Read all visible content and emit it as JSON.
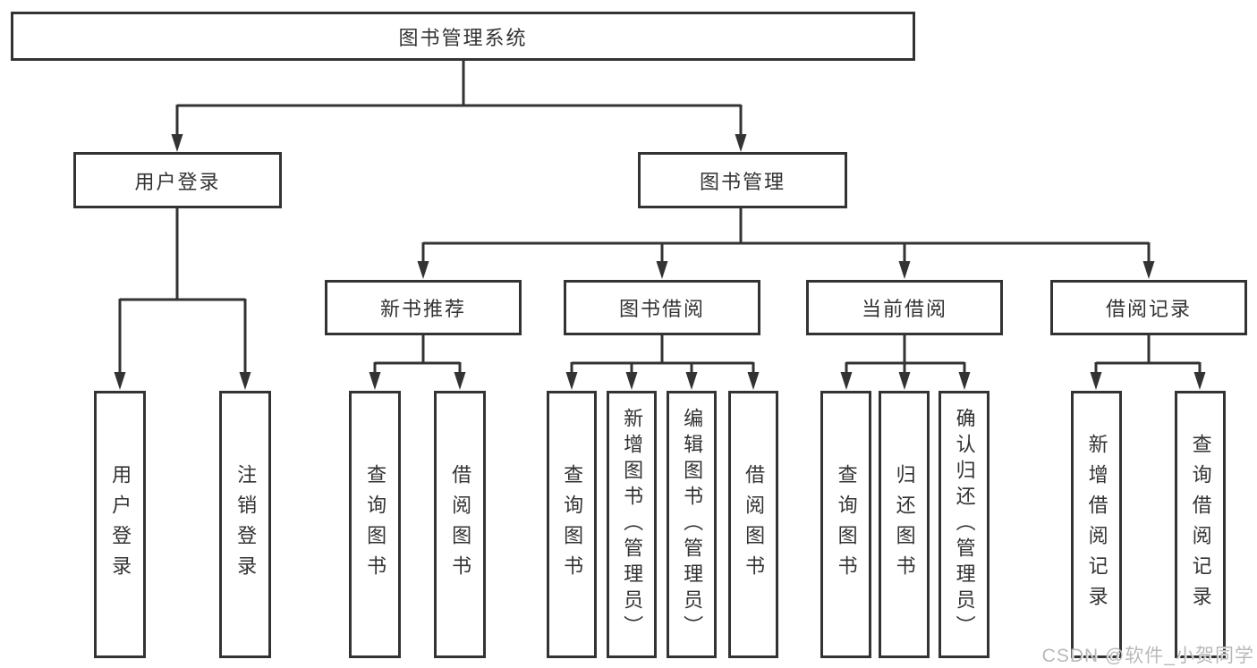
{
  "tree": {
    "root": "图书管理系统",
    "level2": [
      "用户登录",
      "图书管理"
    ],
    "level3": [
      "新书推荐",
      "图书借阅",
      "当前借阅",
      "借阅记录"
    ],
    "leaves": {
      "user_login": [
        "用户登录",
        "注销登录"
      ],
      "new_book": [
        "查询图书",
        "借阅图书"
      ],
      "borrowing": [
        "查询图书",
        "新增图书（管理员）",
        "编辑图书（管理员）",
        "借阅图书"
      ],
      "current": [
        "查询图书",
        "归还图书",
        "确认归还（管理员）"
      ],
      "records": [
        "新增借阅记录",
        "查询借阅记录"
      ]
    }
  },
  "watermark": "CSDN @软件_小贺同学",
  "colors": {
    "line": "#333333",
    "box_border": "#333333",
    "text": "#333333",
    "watermark": "#b9b9b9",
    "background": "#ffffff"
  }
}
